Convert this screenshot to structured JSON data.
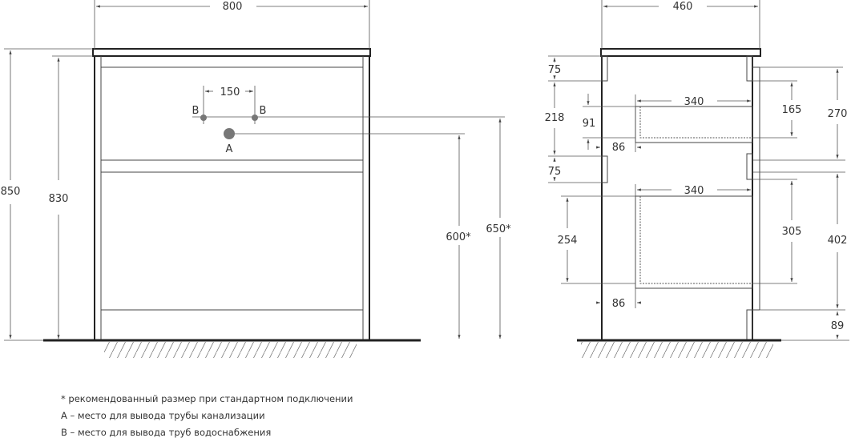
{
  "front_view": {
    "width": "800",
    "height_total": "850",
    "height_body": "830",
    "supply_spacing": "150",
    "label_b": "B",
    "label_a": "A",
    "supply_height": "650*",
    "drain_height": "600*"
  },
  "side_view": {
    "depth": "460",
    "rail_top": "75",
    "gap_upper": "218",
    "rail_mid": "75",
    "drawer_upper_offset": "91",
    "setback_upper": "86",
    "drawer_upper_depth": "340",
    "drawer_lower_depth": "340",
    "drawer_lower_height": "254",
    "setback_lower": "86",
    "facade_upper_inner": "165",
    "facade_upper": "270",
    "facade_lower_inner": "305",
    "facade_lower": "402",
    "plinth": "89"
  },
  "notes": [
    "* рекомендованный размер при стандартном подключении",
    "А – место для вывода трубы канализации",
    "В – место для вывода труб водоснабжения"
  ]
}
